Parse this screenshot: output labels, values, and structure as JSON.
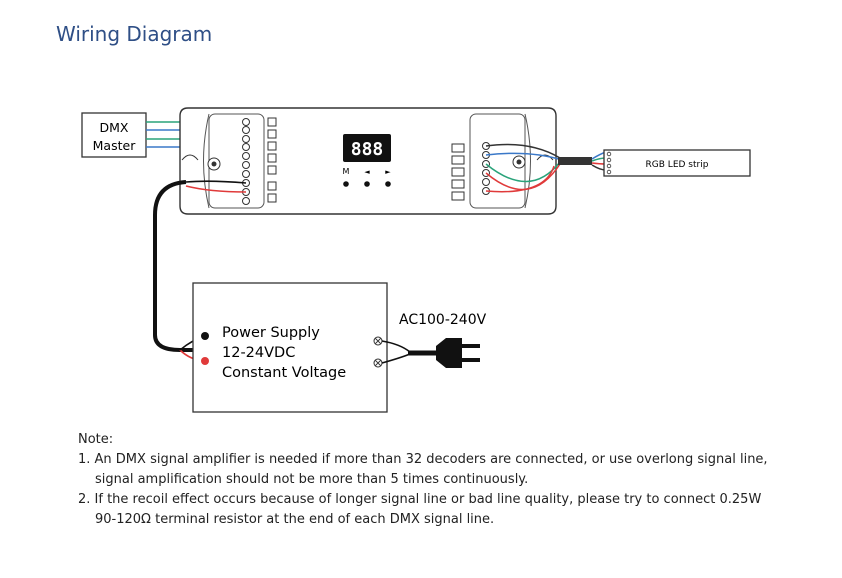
{
  "title": "Wiring Diagram",
  "dmx_master": {
    "line1": "DMX",
    "line2": "Master"
  },
  "display": {
    "digits": "888",
    "buttons": [
      "M",
      "◄",
      "►"
    ]
  },
  "led_strip": {
    "label": "RGB LED strip"
  },
  "power_supply": {
    "line1": "Power Supply",
    "line2": "12-24VDC",
    "line3": "Constant Voltage"
  },
  "ac_input": {
    "label": "AC100-240V"
  },
  "notes": {
    "heading": "Note:",
    "note1_a": "1. An DMX signal amplifier is needed if more than 32 decoders are connected, or use overlong signal line,",
    "note1_b": "signal amplification should not be more than 5 times continuously.",
    "note2_a": "2. If the recoil effect occurs because of longer signal line or bad line quality, please try to connect 0.25W",
    "note2_b": "90-120Ω terminal resistor at the end of each DMX signal line."
  },
  "colors": {
    "title": "#2f4f86",
    "wire_green": "#2aa37a",
    "wire_blue": "#3a78c8",
    "wire_red": "#e03a3a",
    "wire_black": "#111111"
  }
}
